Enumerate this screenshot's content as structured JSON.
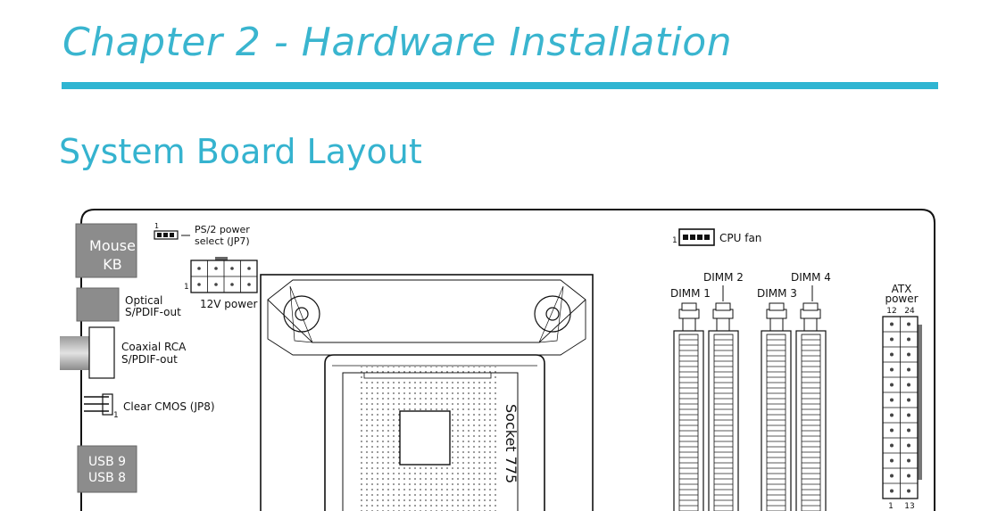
{
  "header": {
    "chapter_title": "Chapter 2 - Hardware Installation",
    "section_title": "System Board Layout",
    "accent_color": "#2fb5d2"
  },
  "board": {
    "ports": {
      "mouse": "Mouse",
      "kb": "KB",
      "optical_1": "Optical",
      "optical_2": "S/PDIF-out",
      "coax_1": "Coaxial RCA",
      "coax_2": "S/PDIF-out",
      "clear_cmos": "Clear CMOS  (JP8)",
      "usb9": "USB 9",
      "usb8": "USB 8"
    },
    "jumpers": {
      "ps2_1": "PS/2 power",
      "ps2_2": "select (JP7)",
      "pin1": "1"
    },
    "power": {
      "v12": "12V power",
      "atx_1": "ATX",
      "atx_2": "power",
      "pin12": "12",
      "pin24": "24",
      "pin1": "1",
      "pin13": "13"
    },
    "cpu_fan": "CPU fan",
    "socket": "Socket 775",
    "dimms": {
      "d1": "DIMM 1",
      "d2": "DIMM 2",
      "d3": "DIMM 3",
      "d4": "DIMM 4"
    }
  }
}
